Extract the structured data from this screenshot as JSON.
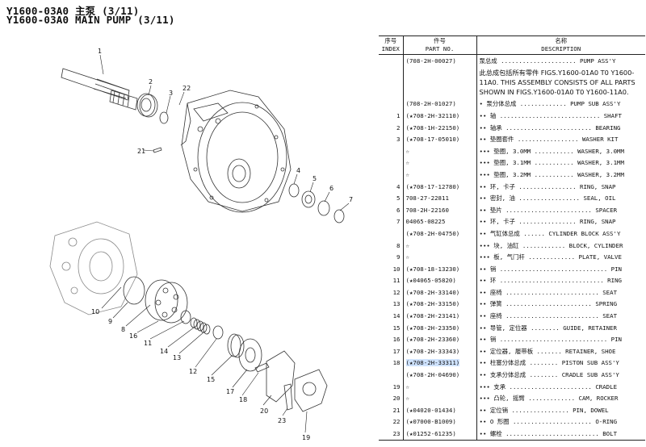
{
  "header": {
    "line1": "Y1600-03A0 主泵 (3/11)",
    "line2": "Y1600-03A0 MAIN PUMP (3/11)"
  },
  "table": {
    "headers": {
      "index_cn": "序号",
      "index_en": "INDEX",
      "part_cn": "件号",
      "part_en": "PART NO.",
      "desc_cn": "名称",
      "desc_en": "DESCRIPTION"
    },
    "note": "此总成包括所有零件 FIGS.Y1600-01A0 T0 Y1600-11A0. THIS ASSEMBLY CONSISTS OF ALL PARTS SHOWN IN FIGS.Y1600-01A0 T0 Y1600-11A0.",
    "rows": [
      {
        "index": "",
        "part": "(708-2H-00027)",
        "desc": "泵总成 ..................... PUMP ASS'Y"
      },
      {
        "index": "",
        "part": "(708-2H-01027)",
        "desc": "• 泵分体总成 ............. PUMP SUB ASS'Y"
      },
      {
        "index": "1",
        "part": "(★708-2H-32110)",
        "desc": "•• 轴 ............................ SHAFT"
      },
      {
        "index": "2",
        "part": "(★708-1H-22150)",
        "desc": "•• 轴承 ........................ BEARING"
      },
      {
        "index": "3",
        "part": "(★708-17-05010)",
        "desc": "•• 垫圈套件 ................. WASHER KIT"
      },
      {
        "index": "",
        "part": "☆",
        "desc": "••• 垫圈, 3.0MM ........... WASHER, 3.0MM"
      },
      {
        "index": "",
        "part": "☆",
        "desc": "••• 垫圈, 3.1MM ........... WASHER, 3.1MM"
      },
      {
        "index": "",
        "part": "☆",
        "desc": "••• 垫圈, 3.2MM ........... WASHER, 3.2MM"
      },
      {
        "index": "4",
        "part": "(★708-17-12780)",
        "desc": "•• 环, 卡子 ................ RING, SNAP"
      },
      {
        "index": "5",
        "part": "708-27-22811",
        "desc": "•• 密封, 油 ................. SEAL, OIL"
      },
      {
        "index": "6",
        "part": "708-2H-22160",
        "desc": "•• 垫片 ........................ SPACER"
      },
      {
        "index": "7",
        "part": "04065-08225",
        "desc": "•• 环, 卡子 ................ RING, SNAP"
      },
      {
        "index": "",
        "part": "(★708-2H-04750)",
        "desc": "•• 气缸体总成 ...... CYLINDER BLOCK ASS'Y"
      },
      {
        "index": "8",
        "part": "☆",
        "desc": "••• 块, 油缸 ............ BLOCK, CYLINDER"
      },
      {
        "index": "9",
        "part": "☆",
        "desc": "••• 板, 气门杆 ............. PLATE, VALVE"
      },
      {
        "index": "10",
        "part": "(★708-18-13230)",
        "desc": "•• 销 .............................. PIN"
      },
      {
        "index": "11",
        "part": "(★04065-05820)",
        "desc": "•• 环 ............................. RING"
      },
      {
        "index": "12",
        "part": "(★708-2H-33140)",
        "desc": "•• 座椅 .......................... SEAT"
      },
      {
        "index": "13",
        "part": "(★708-2H-33150)",
        "desc": "•• 弹簧 ........................ SPRING"
      },
      {
        "index": "14",
        "part": "(★708-2H-23141)",
        "desc": "•• 座椅 .......................... SEAT"
      },
      {
        "index": "15",
        "part": "(★708-2H-23350)",
        "desc": "•• 导管, 定位器 ........ GUIDE, RETAINER"
      },
      {
        "index": "16",
        "part": "(★708-2H-23360)",
        "desc": "•• 销 .............................. PIN"
      },
      {
        "index": "17",
        "part": "(★708-2H-33343)",
        "desc": "•• 定位器, 履带板 ....... RETAINER, SHOE"
      },
      {
        "index": "18",
        "part": "(★708-2H-33311)",
        "desc": "•• 柱塞分体总成 ........ PISTON SUB ASS'Y"
      },
      {
        "index": "",
        "part": "(★708-2H-04690)",
        "desc": "•• 支承分体总成 ........ CRADLE SUB ASS'Y"
      },
      {
        "index": "19",
        "part": "☆",
        "desc": "••• 支承 ....................... CRADLE"
      },
      {
        "index": "20",
        "part": "☆",
        "desc": "••• 凸轮, 摇臂 ............. CAM, ROCKER"
      },
      {
        "index": "21",
        "part": "(★04020-01434)",
        "desc": "•• 定位销 ................ PIN, DOWEL"
      },
      {
        "index": "22",
        "part": "(★07000-B1009)",
        "desc": "•• O 形圈 ...................... O-RING"
      },
      {
        "index": "23",
        "part": "(★01252-61235)",
        "desc": "•• 螺栓 .......................... BOLT"
      }
    ]
  },
  "diagram": {
    "callouts": [
      "1",
      "2",
      "3",
      "22",
      "21",
      "4",
      "5",
      "6",
      "7",
      "10",
      "9",
      "8",
      "16",
      "11",
      "14",
      "13",
      "12",
      "15",
      "17",
      "18",
      "20",
      "23",
      "19"
    ]
  }
}
